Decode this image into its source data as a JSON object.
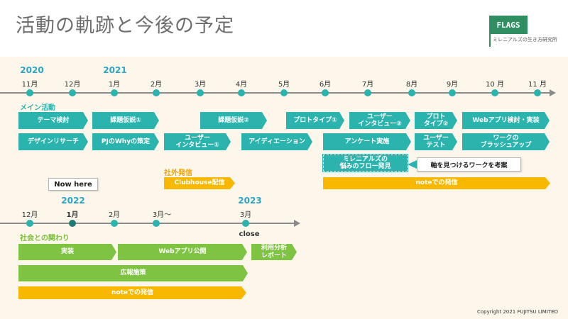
{
  "title": "活動の軌跡と今後の予定",
  "logo": {
    "name": "FLAGS",
    "subtitle": "ミレニアルズの生き方研究所",
    "color": "#2f8f63"
  },
  "timeline1": {
    "years": [
      "2020",
      "2021"
    ],
    "months": [
      "11月",
      "12月",
      "1月",
      "2月",
      "3月",
      "4月",
      "5月",
      "6月",
      "7月",
      "8月",
      "9月",
      "10 月",
      "11 月"
    ]
  },
  "timeline2": {
    "years": [
      "2022",
      "2023"
    ],
    "months": [
      "12月",
      "1月",
      "2月",
      "3月～",
      "3月"
    ],
    "close_label": "close",
    "now_here": "Now here"
  },
  "sections": {
    "main_activity": "メイン活動",
    "external": "社外発信",
    "society": "社会との関わり"
  },
  "main_activities": [
    "テーマ検討",
    "課題仮説①",
    "課題仮説②",
    "プロトタイプ①",
    "ユーザー\nインタビュー②",
    "プロト\nタイプ②",
    "Webアプリ検討・実装",
    "デザインリサーチ",
    "PJのWhyの策定",
    "ユーザー\nインタビュー①",
    "アイディエーション",
    "アンケート実施",
    "ユーザー\nテスト",
    "ワークの\nブラッシュアップ"
  ],
  "millennial_flow": "ミレニアルズの\n悩みのフロー発見",
  "callout": "軸を見つけるワークを考案",
  "external_items": [
    "Clubhouse配信",
    "noteでの発信"
  ],
  "society_items": [
    "実装",
    "Webアプリ公開",
    "利用分析\nレポート",
    "広報施策",
    "noteでの発信"
  ],
  "copyright": "Copyright 2021 FUJITSU LIMITED",
  "colors": {
    "teal": "#2bb3ae",
    "orange": "#f8b800",
    "green": "#7ec341",
    "year_blue": "#2aa5c8"
  }
}
